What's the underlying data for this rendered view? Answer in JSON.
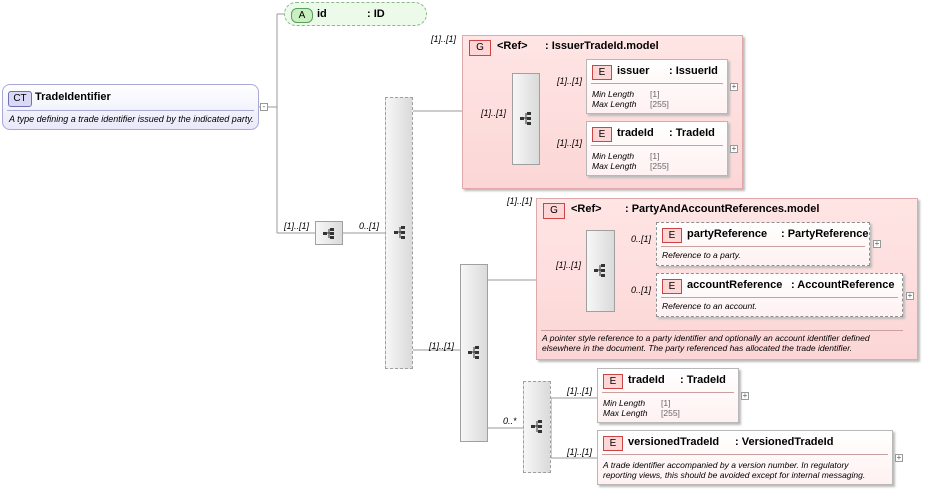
{
  "complex_type": {
    "badge": "CT",
    "name": "TradeIdentifier",
    "description": "A type defining a trade identifier issued by the indicated party."
  },
  "attribute": {
    "badge": "A",
    "name": "id",
    "type": ": ID"
  },
  "cardinalities": {
    "seq1": "[1]..[1]",
    "choice": "0..[1]",
    "group1": "[1]..[1]",
    "g1seq": "[1]..[1]",
    "issuer": "[1]..[1]",
    "tradeId1": "[1]..[1]",
    "group2": "[1]..[1]",
    "seq2": "[1]..[1]",
    "g2seq": "[1]..[1]",
    "partyRef": "0..[1]",
    "accountRef": "0..[1]",
    "seq3": "0..*",
    "tradeId2": "[1]..[1]",
    "versioned": "[1]..[1]"
  },
  "group1": {
    "badge": "G",
    "ref": "<Ref>",
    "name": ": IssuerTradeId.model"
  },
  "group2": {
    "badge": "G",
    "ref": "<Ref>",
    "name": ": PartyAndAccountReferences.model",
    "description": "A pointer style reference to a party identifier and optionally an account identifier defined elsewhere in the document. The party referenced has allocated the trade identifier."
  },
  "issuer": {
    "badge": "E",
    "name": "issuer",
    "type": ": IssuerId",
    "min_label": "Min Length",
    "min_value": "[1]",
    "max_label": "Max Length",
    "max_value": "[255]"
  },
  "tradeId1": {
    "badge": "E",
    "name": "tradeId",
    "type": ": TradeId",
    "min_label": "Min Length",
    "min_value": "[1]",
    "max_label": "Max Length",
    "max_value": "[255]"
  },
  "partyReference": {
    "badge": "E",
    "name": "partyReference",
    "type": ": PartyReference",
    "description": "Reference to a party."
  },
  "accountReference": {
    "badge": "E",
    "name": "accountReference",
    "type": ": AccountReference",
    "description": "Reference to an account."
  },
  "tradeId2": {
    "badge": "E",
    "name": "tradeId",
    "type": ": TradeId",
    "min_label": "Min Length",
    "min_value": "[1]",
    "max_label": "Max Length",
    "max_value": "[255]"
  },
  "versionedTradeId": {
    "badge": "E",
    "name": "versionedTradeId",
    "type": ": VersionedTradeId",
    "description1": "A trade identifier accompanied by a version number. In regulatory",
    "description2": "reporting views, this should be avoided except for internal messaging."
  },
  "expander": "+",
  "expander_minus": "-"
}
